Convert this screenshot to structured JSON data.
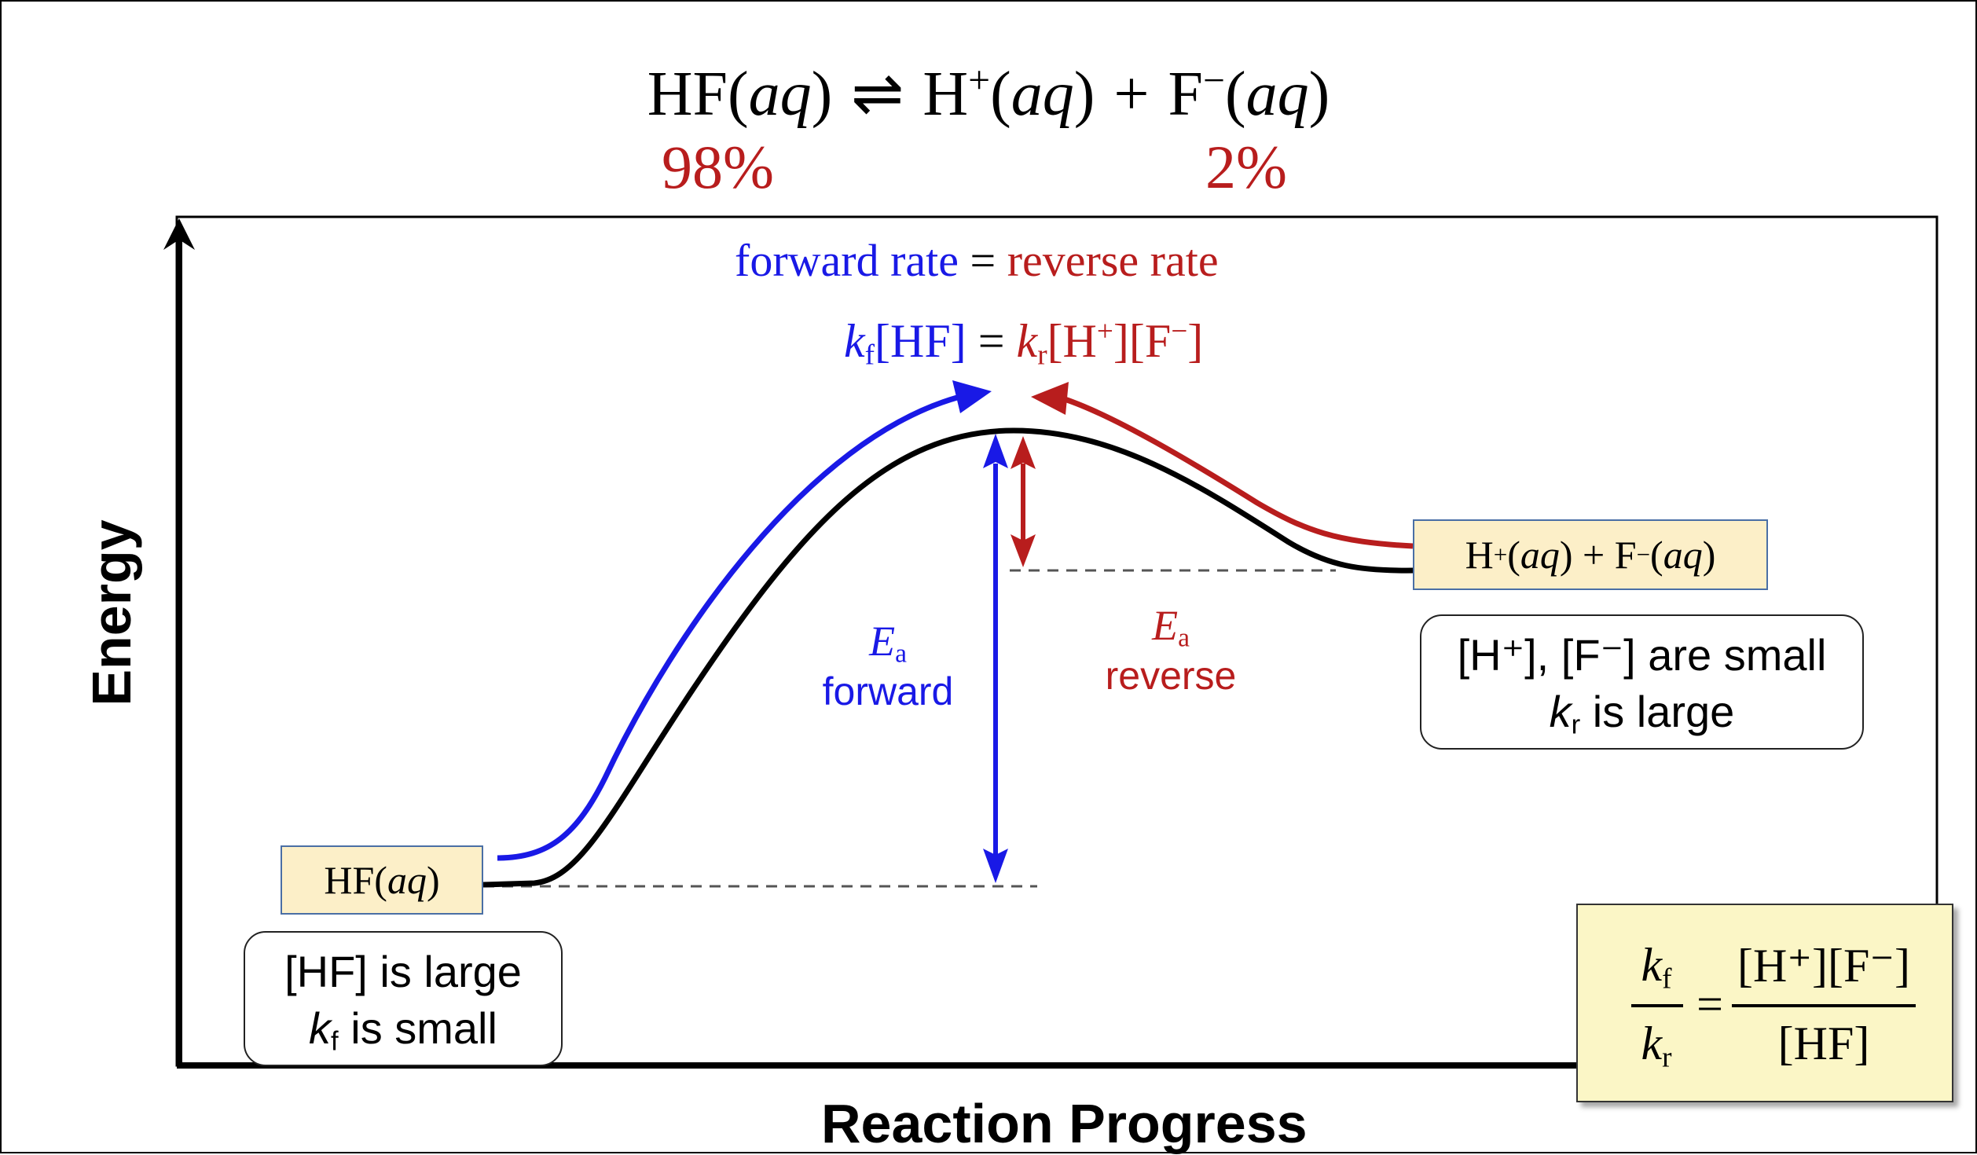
{
  "equation": {
    "reactant": "HF",
    "reactant_state": "aq",
    "arrow": "⇌",
    "product1": "H",
    "product1_charge": "+",
    "product1_state": "aq",
    "plus": "+",
    "product2": "F",
    "product2_charge": "−",
    "product2_state": "aq"
  },
  "percentages": {
    "reactant": "98%",
    "products": "2%"
  },
  "rates": {
    "forward": "forward rate",
    "equals": "=",
    "reverse": "reverse rate",
    "kf_k": "k",
    "kf_sub": "f",
    "kf_conc": "[HF]",
    "kr_k": "k",
    "kr_sub": "r",
    "kr_conc_open": "[H",
    "kr_conc_plus": "+",
    "kr_conc_mid": "][F",
    "kr_conc_minus": "−",
    "kr_conc_close": "]"
  },
  "species": {
    "reactant_label": "HF(aq)",
    "reactant_name": "HF",
    "reactant_state": "aq",
    "product_name1": "H",
    "product_charge1": "+",
    "product_state1": "aq",
    "product_plus": "+",
    "product_name2": "F",
    "product_charge2": "−",
    "product_state2": "aq"
  },
  "notes": {
    "left_line1": "[HF] is large",
    "left_k": "k",
    "left_sub": "f",
    "left_rest": " is small",
    "right_line1": "[H⁺], [F⁻] are small",
    "right_k": "k",
    "right_sub": "r",
    "right_rest": " is large"
  },
  "activation": {
    "symbol": "E",
    "subscript": "a",
    "forward": "forward",
    "reverse": "reverse"
  },
  "ratio": {
    "num_k": "k",
    "num_sub": "f",
    "den_k": "k",
    "den_sub": "r",
    "equals": "=",
    "rhs_num": "[H⁺][F⁻]",
    "rhs_den": "[HF]"
  },
  "axes": {
    "y": "Energy",
    "x": "Reaction Progress"
  },
  "colors": {
    "forward": "#1919e6",
    "reverse": "#b81d1d",
    "box_fill": "#fcefc8",
    "ratio_fill": "#fbf6c6"
  }
}
